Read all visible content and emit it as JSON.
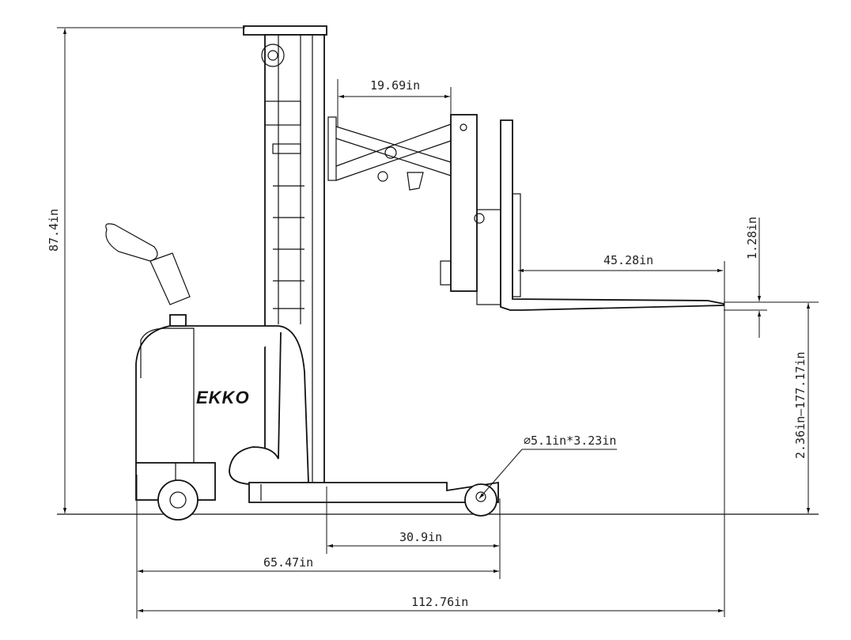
{
  "brand": "EKKO",
  "dimensions": {
    "overall_height": "87.4in",
    "scissor_reach": "19.69in",
    "fork_length": "45.28in",
    "fork_thickness": "1.28in",
    "lift_height": "2.36in—177.17in",
    "wheel_size": "∅5.1in*3.23in",
    "base_leg_length": "30.9in",
    "chassis_length": "65.47in",
    "overall_length": "112.76in"
  },
  "colors": {
    "line": "#111111",
    "background": "#ffffff"
  }
}
